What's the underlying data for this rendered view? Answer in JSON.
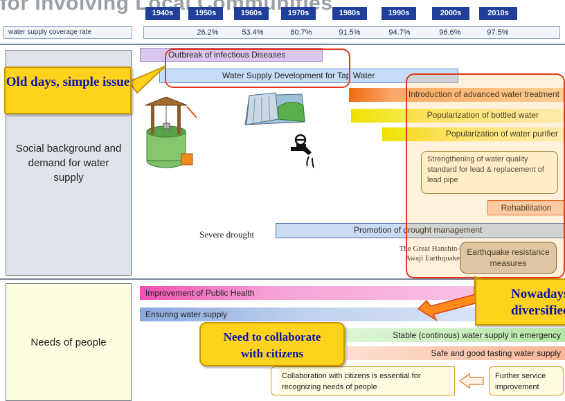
{
  "title": "for Involving Local Communities",
  "decades": [
    "1940s",
    "1950s",
    "1960s",
    "1970s",
    "1980s",
    "1990s",
    "2000s",
    "2010s"
  ],
  "coverage": {
    "label": "water supply coverage rate",
    "values": [
      "26.2%",
      "53.4%",
      "80.7%",
      "91.5%",
      "94.7%",
      "96.6%",
      "97.5%"
    ]
  },
  "social": {
    "label": "Social background and demand for water supply",
    "bars": {
      "infectious": "Outbreak of infectious Diseases",
      "tap": "Water Supply Development for Tap Water",
      "advanced": "Introduction of advanced water treatment",
      "bottled": "Popularization of bottled water",
      "purifier": "Popularization of water purifier",
      "lead": "Strengthening of water quality standard for lead & replacement of lead pipe",
      "rehab": "Rehabilitation",
      "drought_label": "Severe drought",
      "drought_bar": "Promotion of drought management",
      "hanshin": "The Great Hanshin-Awaji Earthquake",
      "quake_measures": "Earthquake resistance measures"
    }
  },
  "needs": {
    "label": "Needs of people",
    "bars": {
      "health": "Improvement of Public Health",
      "ensuring": "Ensuring water supply",
      "stable": "Stable (continous) water supply in emergency",
      "safe": "Safe and good tasting water supply",
      "collab": "Collaboration with citizens is essential for recognizing needs of people",
      "further": "Further service improvement"
    }
  },
  "callouts": {
    "old": "Old days, simple issue",
    "now": "Nowadays, diversified",
    "collab": "Need to collaborate with citizens"
  },
  "colors": {
    "decade_header": "#1f3f9a",
    "callout_fill": "#ffd21c",
    "callout_text": "#0a14a8",
    "highlight_border": "#e03818"
  }
}
